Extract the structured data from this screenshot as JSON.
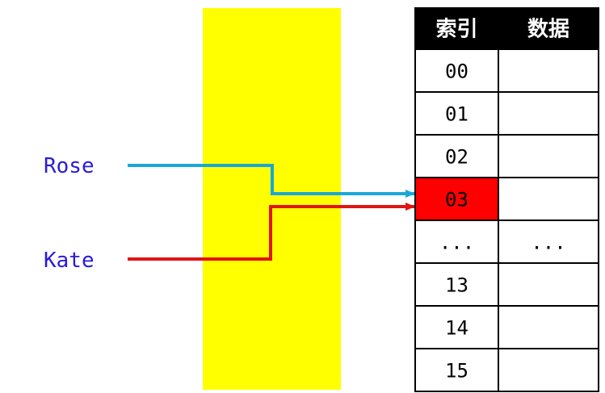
{
  "keys": [
    {
      "name": "Rose",
      "color": "#1aa7d8"
    },
    {
      "name": "Kate",
      "color": "#e11414"
    }
  ],
  "hash_box_color": "#ffff00",
  "table": {
    "headers": [
      "索引",
      "数据"
    ],
    "header_bg": "#000000",
    "rows": [
      {
        "index": "00",
        "data": ""
      },
      {
        "index": "01",
        "data": ""
      },
      {
        "index": "02",
        "data": ""
      },
      {
        "index": "03",
        "data": "",
        "highlight": true
      },
      {
        "index": "...",
        "data": "..."
      },
      {
        "index": "13",
        "data": ""
      },
      {
        "index": "14",
        "data": ""
      },
      {
        "index": "15",
        "data": ""
      }
    ],
    "highlight_color": "#ff0000"
  }
}
